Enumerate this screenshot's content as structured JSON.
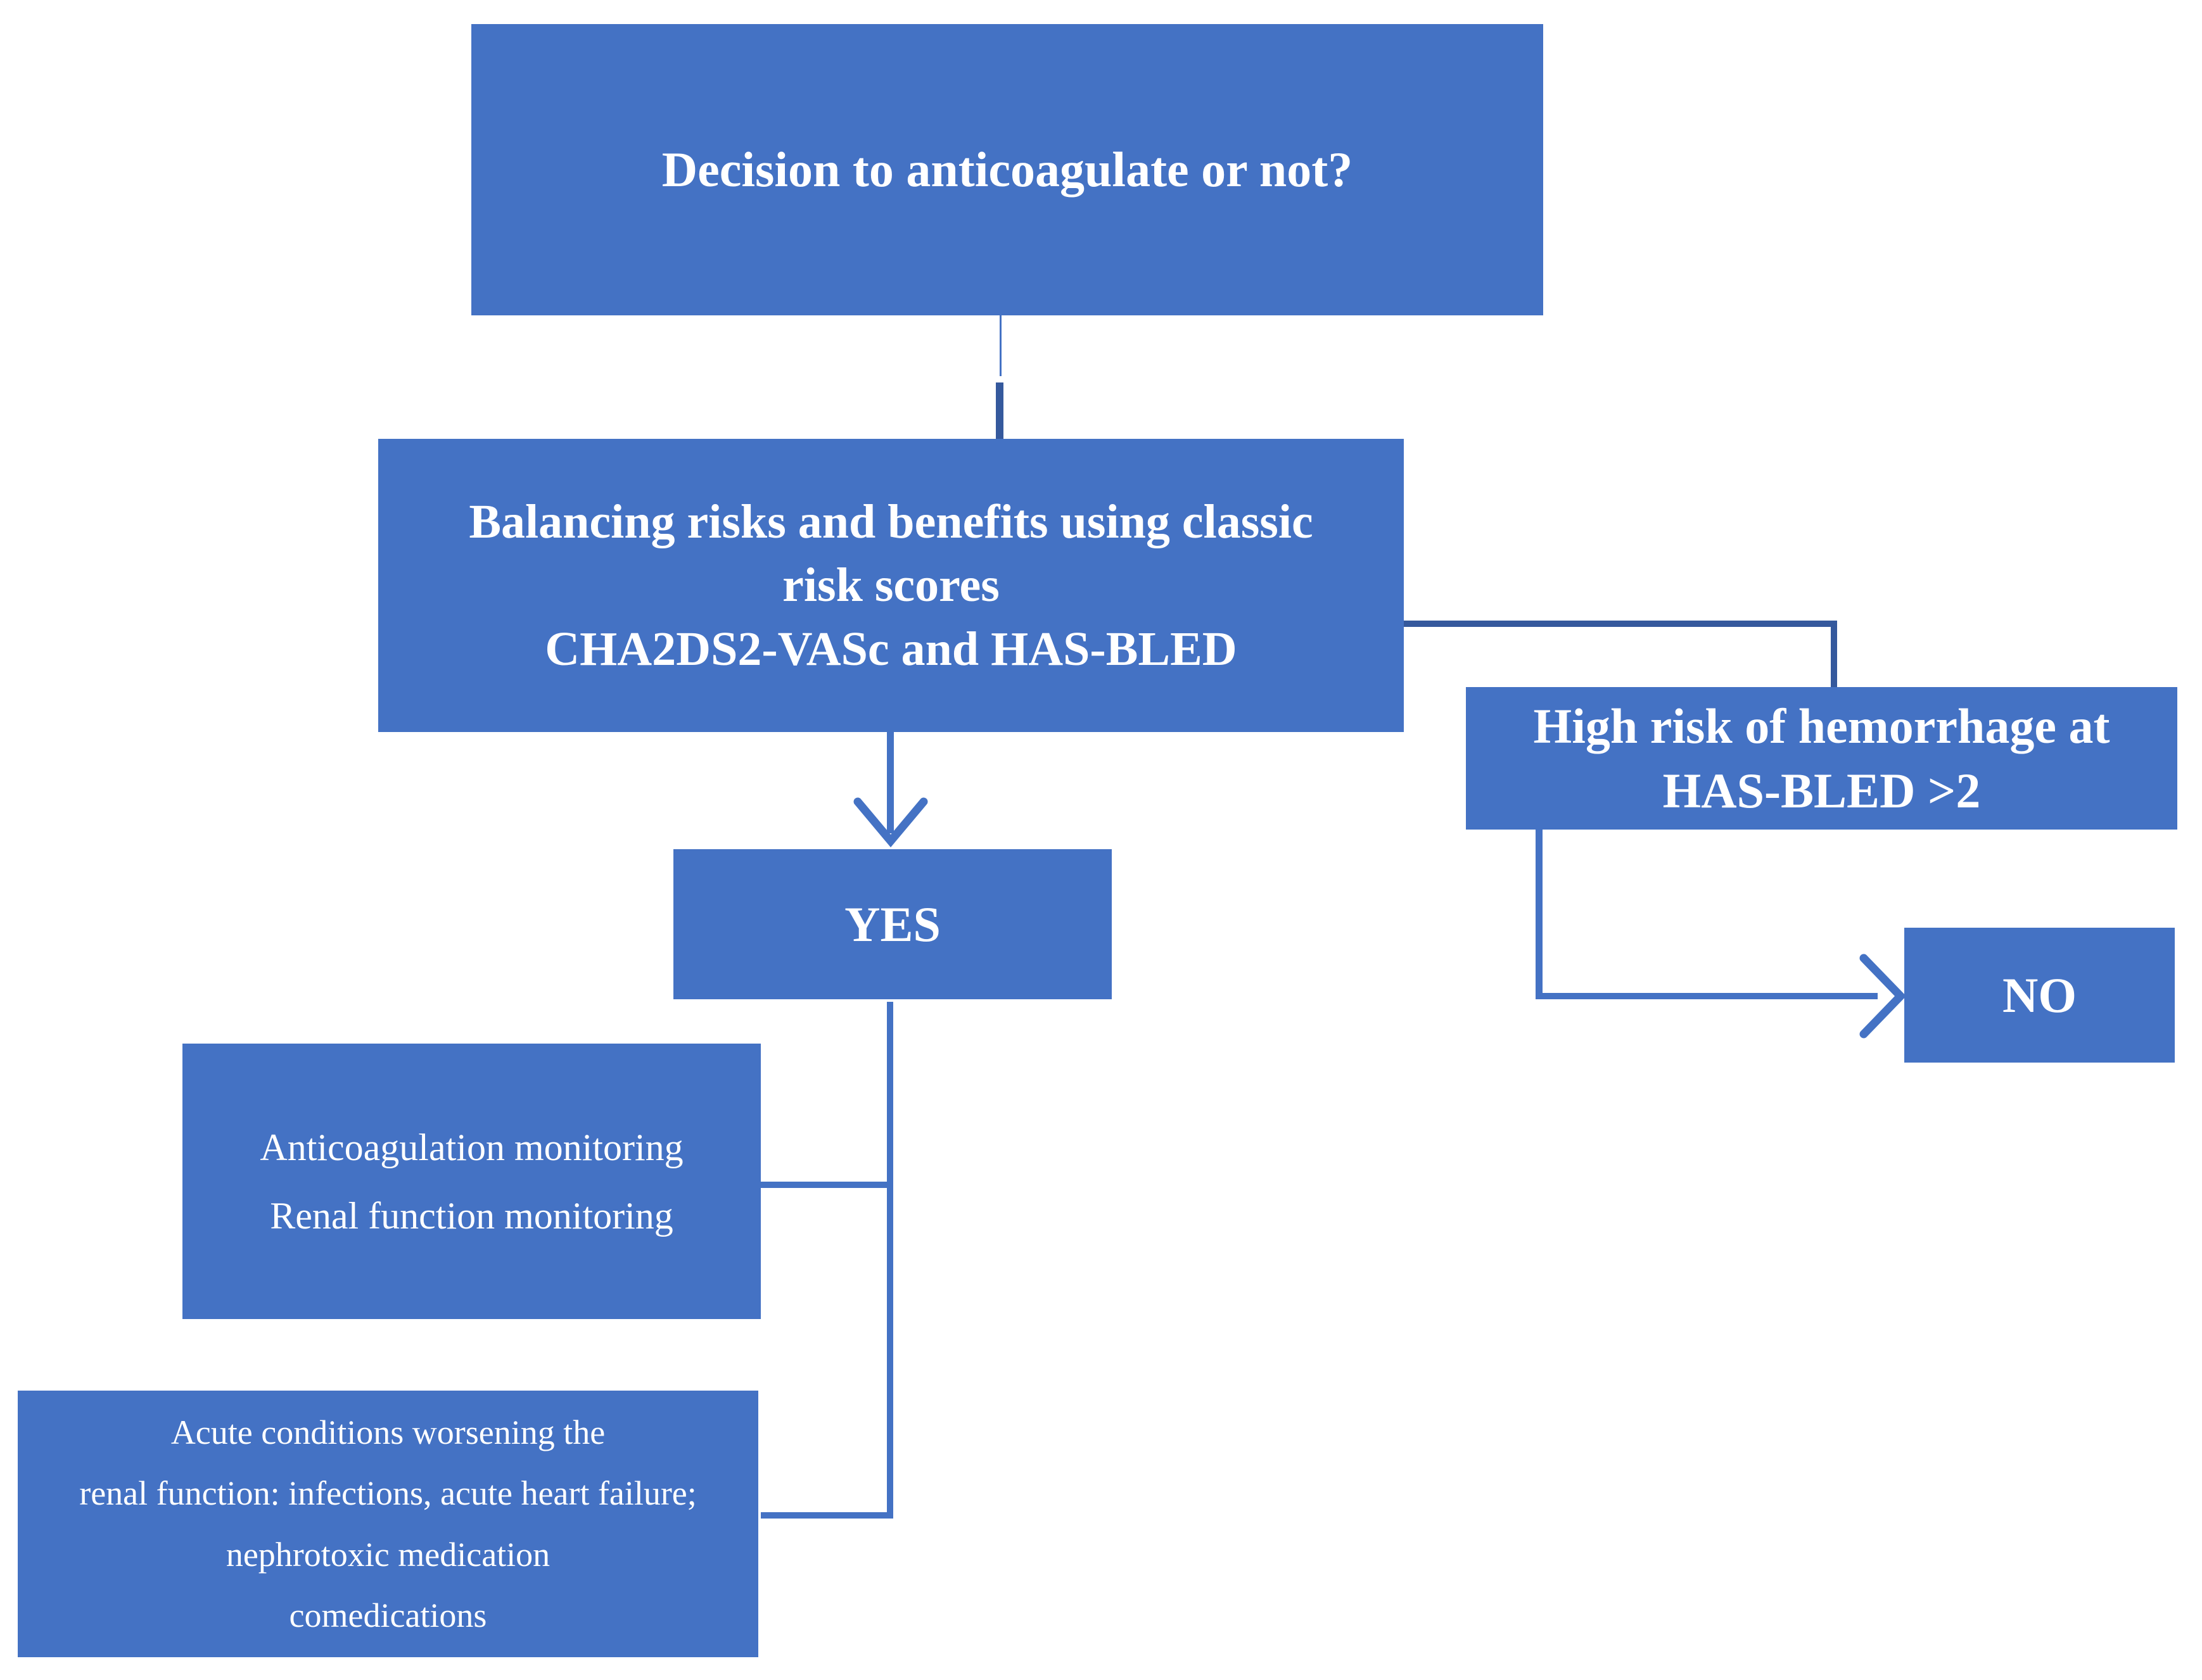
{
  "diagram": {
    "boxes": {
      "decision": {
        "lines": [
          "Decision to anticoagulate or not?"
        ]
      },
      "balancing": {
        "lines": [
          "Balancing risks and benefits using classic",
          "risk scores",
          "CHA2DS2-VASc and HAS-BLED"
        ]
      },
      "high_risk": {
        "lines": [
          "High risk of hemorrhage at",
          "HAS-BLED >2"
        ]
      },
      "yes": {
        "label": "YES"
      },
      "no": {
        "label": "NO"
      },
      "monitoring": {
        "lines": [
          "Anticoagulation monitoring",
          "Renal function monitoring"
        ]
      },
      "acute": {
        "lines": [
          "Acute conditions worsening the",
          "renal function: infections, acute heart failure;",
          "nephrotoxic medication",
          "comedications"
        ]
      }
    },
    "colors": {
      "box_fill": "#4472C4",
      "text": "#FFFFFF",
      "connector_light": "#4472C4",
      "connector_dark": "#35599D",
      "background": "#FFFFFF"
    }
  }
}
